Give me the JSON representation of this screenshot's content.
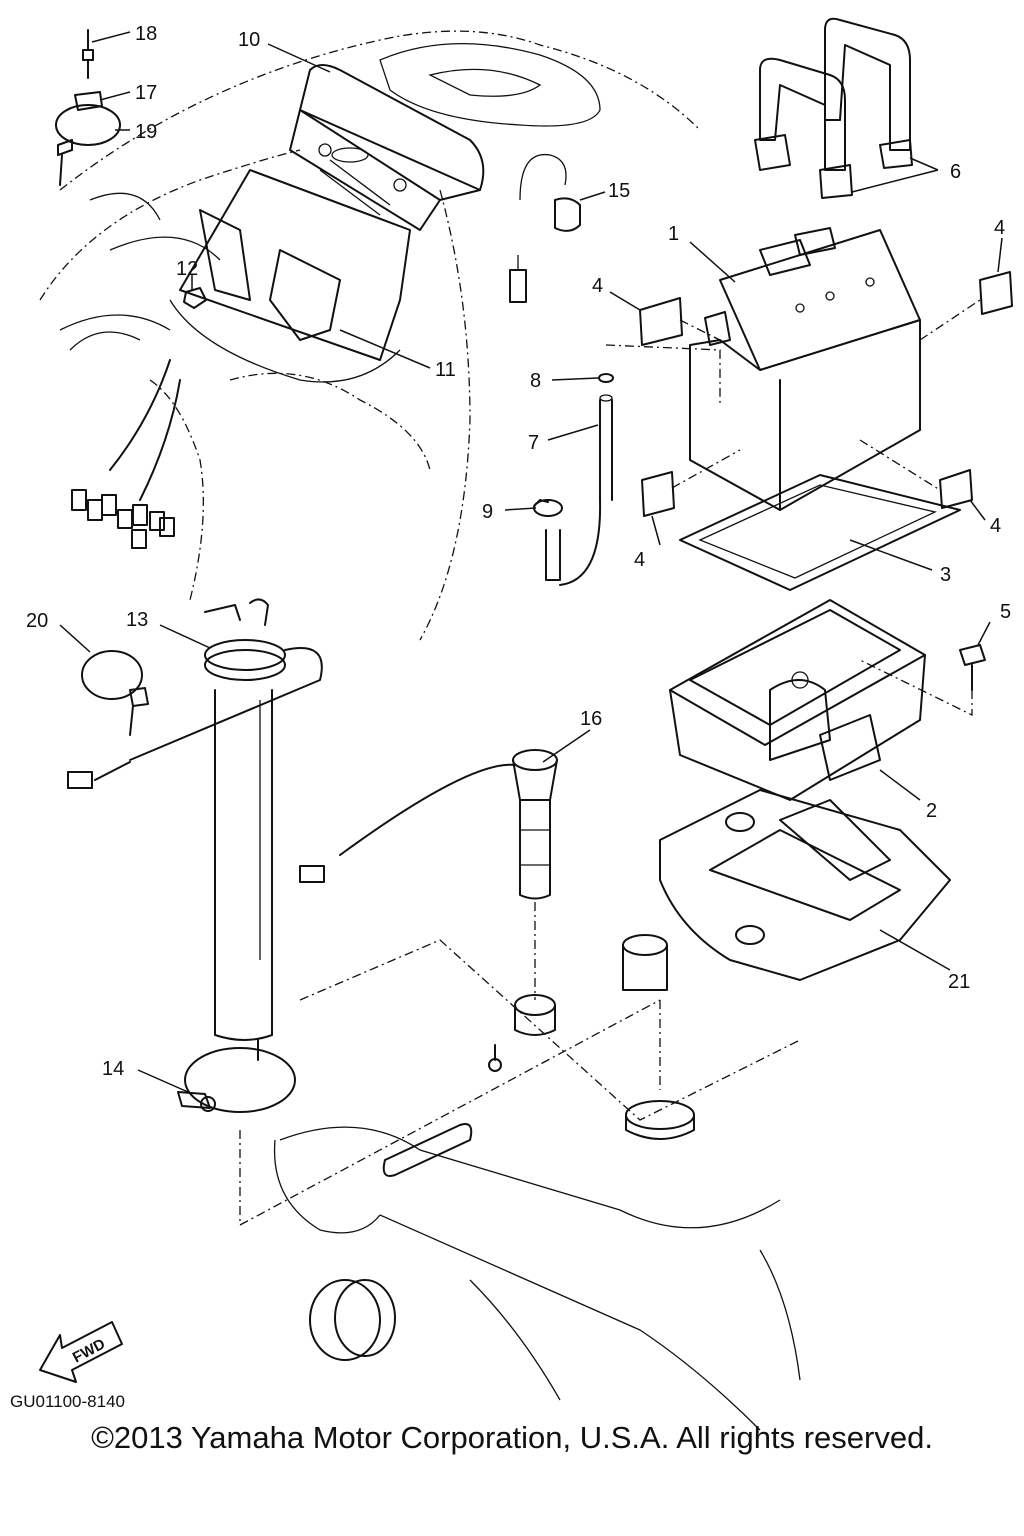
{
  "diagram": {
    "callouts": [
      {
        "id": "c1",
        "label": "1"
      },
      {
        "id": "c2",
        "label": "2"
      },
      {
        "id": "c3",
        "label": "3"
      },
      {
        "id": "c4a",
        "label": "4"
      },
      {
        "id": "c4b",
        "label": "4"
      },
      {
        "id": "c4c",
        "label": "4"
      },
      {
        "id": "c4d",
        "label": "4"
      },
      {
        "id": "c5",
        "label": "5"
      },
      {
        "id": "c6",
        "label": "6"
      },
      {
        "id": "c7",
        "label": "7"
      },
      {
        "id": "c8",
        "label": "8"
      },
      {
        "id": "c9",
        "label": "9"
      },
      {
        "id": "c10",
        "label": "10"
      },
      {
        "id": "c11",
        "label": "11"
      },
      {
        "id": "c12",
        "label": "12"
      },
      {
        "id": "c13",
        "label": "13"
      },
      {
        "id": "c14",
        "label": "14"
      },
      {
        "id": "c15",
        "label": "15"
      },
      {
        "id": "c16",
        "label": "16"
      },
      {
        "id": "c17",
        "label": "17"
      },
      {
        "id": "c18",
        "label": "18"
      },
      {
        "id": "c19",
        "label": "19"
      },
      {
        "id": "c20",
        "label": "20"
      },
      {
        "id": "c21",
        "label": "21"
      }
    ],
    "fwd_label": "FWD",
    "drawing_code": "GU01100-8140"
  },
  "footer": {
    "copyright": "©2013 Yamaha Motor Corporation, U.S.A. All rights reserved."
  }
}
